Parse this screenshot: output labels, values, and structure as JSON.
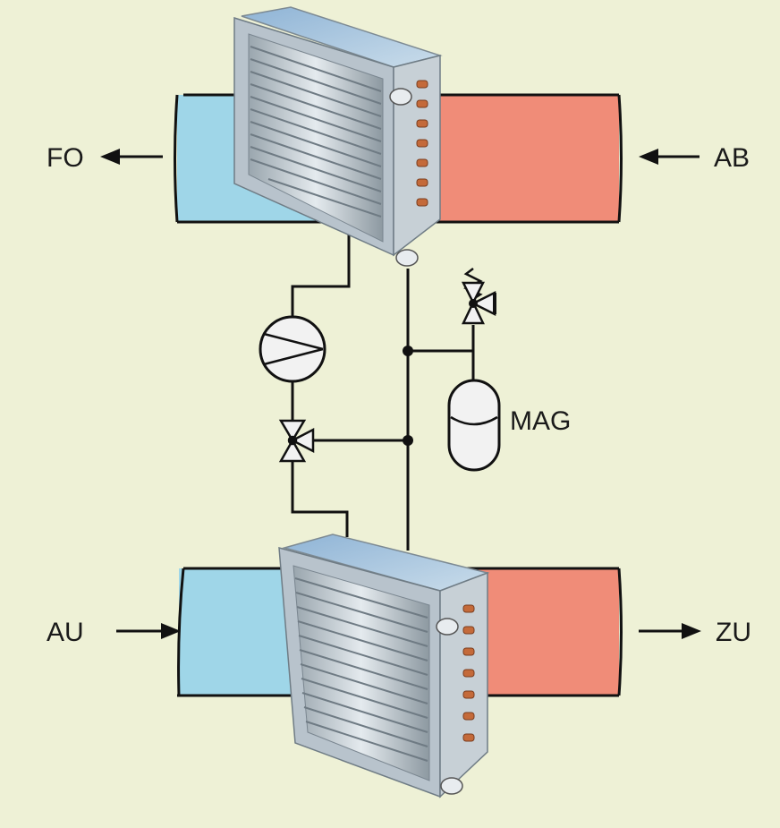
{
  "labels": {
    "exhaust_out": "FO",
    "extract_in": "AB",
    "outdoor_in": "AU",
    "supply_out": "ZU",
    "expansion_vessel": "MAG"
  },
  "colors": {
    "background": "#eef1d6",
    "cold_duct": "#9fd6e8",
    "warm_duct": "#f08c78",
    "pipe": "#111111",
    "coil_frame": "#b8c3cc",
    "coil_fins": "#cfd8de"
  },
  "components": {
    "upper_coil": "heat-exchanger-coil",
    "lower_coil": "heat-exchanger-coil",
    "pump": "circulation-pump-icon",
    "valve": "three-way-valve-icon",
    "safety_valve": "safety-valve-icon",
    "vessel": "expansion-vessel-icon"
  }
}
